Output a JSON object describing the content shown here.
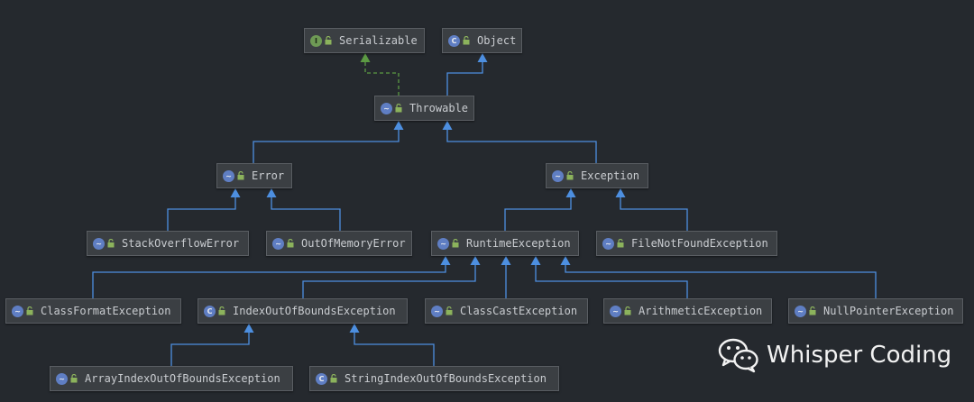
{
  "nodes": [
    {
      "id": "serializable",
      "label": "Serializable",
      "kind": "interface",
      "badge": "I"
    },
    {
      "id": "object",
      "label": "Object",
      "kind": "class",
      "badge": "C"
    },
    {
      "id": "throwable",
      "label": "Throwable",
      "kind": "abstract",
      "badge": "∼"
    },
    {
      "id": "error",
      "label": "Error",
      "kind": "abstract",
      "badge": "∼"
    },
    {
      "id": "exception",
      "label": "Exception",
      "kind": "abstract",
      "badge": "∼"
    },
    {
      "id": "stackoverflowerror",
      "label": "StackOverflowError",
      "kind": "abstract",
      "badge": "∼"
    },
    {
      "id": "outofmemoryerror",
      "label": "OutOfMemoryError",
      "kind": "abstract",
      "badge": "∼"
    },
    {
      "id": "runtimeexception",
      "label": "RuntimeException",
      "kind": "abstract",
      "badge": "∼"
    },
    {
      "id": "filenotfoundexception",
      "label": "FileNotFoundException",
      "kind": "abstract",
      "badge": "∼"
    },
    {
      "id": "classformatexception",
      "label": "ClassFormatException",
      "kind": "abstract",
      "badge": "∼"
    },
    {
      "id": "indexoutofboundsexception",
      "label": "IndexOutOfBoundsException",
      "kind": "class",
      "badge": "C"
    },
    {
      "id": "classcastexception",
      "label": "ClassCastException",
      "kind": "abstract",
      "badge": "∼"
    },
    {
      "id": "arithmeticexception",
      "label": "ArithmeticException",
      "kind": "abstract",
      "badge": "∼"
    },
    {
      "id": "nullpointerexception",
      "label": "NullPointerException",
      "kind": "abstract",
      "badge": "∼"
    },
    {
      "id": "arrayindexoutofboundsexception",
      "label": "ArrayIndexOutOfBoundsException",
      "kind": "abstract",
      "badge": "∼"
    },
    {
      "id": "stringindexoutofboundsexception",
      "label": "StringIndexOutOfBoundsException",
      "kind": "class",
      "badge": "C"
    }
  ],
  "edges": [
    {
      "from": "throwable",
      "to": "serializable",
      "type": "implements"
    },
    {
      "from": "throwable",
      "to": "object",
      "type": "extends"
    },
    {
      "from": "error",
      "to": "throwable",
      "type": "extends"
    },
    {
      "from": "exception",
      "to": "throwable",
      "type": "extends"
    },
    {
      "from": "stackoverflowerror",
      "to": "error",
      "type": "extends"
    },
    {
      "from": "outofmemoryerror",
      "to": "error",
      "type": "extends"
    },
    {
      "from": "runtimeexception",
      "to": "exception",
      "type": "extends"
    },
    {
      "from": "filenotfoundexception",
      "to": "exception",
      "type": "extends"
    },
    {
      "from": "classformatexception",
      "to": "runtimeexception",
      "type": "extends"
    },
    {
      "from": "indexoutofboundsexception",
      "to": "runtimeexception",
      "type": "extends"
    },
    {
      "from": "classcastexception",
      "to": "runtimeexception",
      "type": "extends"
    },
    {
      "from": "arithmeticexception",
      "to": "runtimeexception",
      "type": "extends"
    },
    {
      "from": "nullpointerexception",
      "to": "runtimeexception",
      "type": "extends"
    },
    {
      "from": "arrayindexoutofboundsexception",
      "to": "indexoutofboundsexception",
      "type": "extends"
    },
    {
      "from": "stringindexoutofboundsexception",
      "to": "indexoutofboundsexception",
      "type": "extends"
    }
  ],
  "colors": {
    "background": "#25292e",
    "node_fill": "#3b3f43",
    "extends_edge": "#4d8fe0",
    "implements_edge": "#5c9a43"
  },
  "watermark": {
    "text": "Whisper Coding",
    "icon": "wechat-icon"
  }
}
